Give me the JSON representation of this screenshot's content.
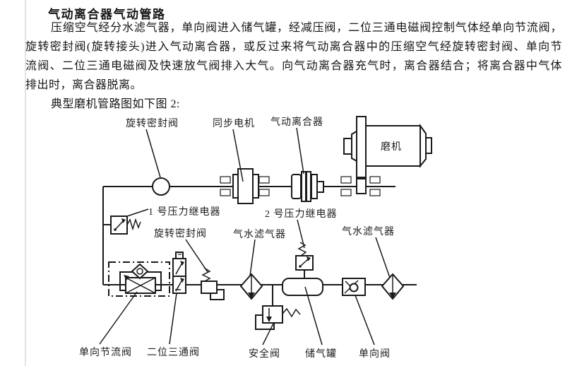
{
  "page": {
    "background": "#ffffff",
    "margin_line_color": "#c9c9c9",
    "line_color": "#1a1a1a"
  },
  "document": {
    "title": "气动离合器气动管路",
    "paragraph_lines": [
      "压缩空气经分水滤气器，单向阀进入储气罐，经减压阀，二位三通电磁阀控制气体经单向节流阀，",
      "旋转密封阀(旋转接头)进入气动离合器，或反过来将气动离合器中的压缩空气经旋转密封阀、单向节",
      "流阀、二位三通电磁阀及快速放气阀排入大气。向气动离合器充气时，离合器结合；将离合器中气体",
      "排出时，离合器脱离。"
    ],
    "caption": "典型磨机管路图如下图 2:"
  },
  "diagram": {
    "labels": {
      "rotary_seal_valve_top": "旋转密封阀",
      "sync_motor": "同步电机",
      "pneumatic_clutch": "气动离合器",
      "mill": "磨机",
      "pressure_relay_1": "1 号压力继电器",
      "pressure_relay_2": "2 号压力继电器",
      "rotary_seal_valve_mid": "旋转密封阀",
      "air_water_filter_left": "气水滤气器",
      "air_water_filter_right": "气水滤气器",
      "one_way_throttle_valve": "单向节流阀",
      "two_position_three_way_valve": "二位三通阀",
      "safety_valve": "安全阀",
      "air_tank": "储气罐",
      "check_valve": "单向阀"
    }
  }
}
